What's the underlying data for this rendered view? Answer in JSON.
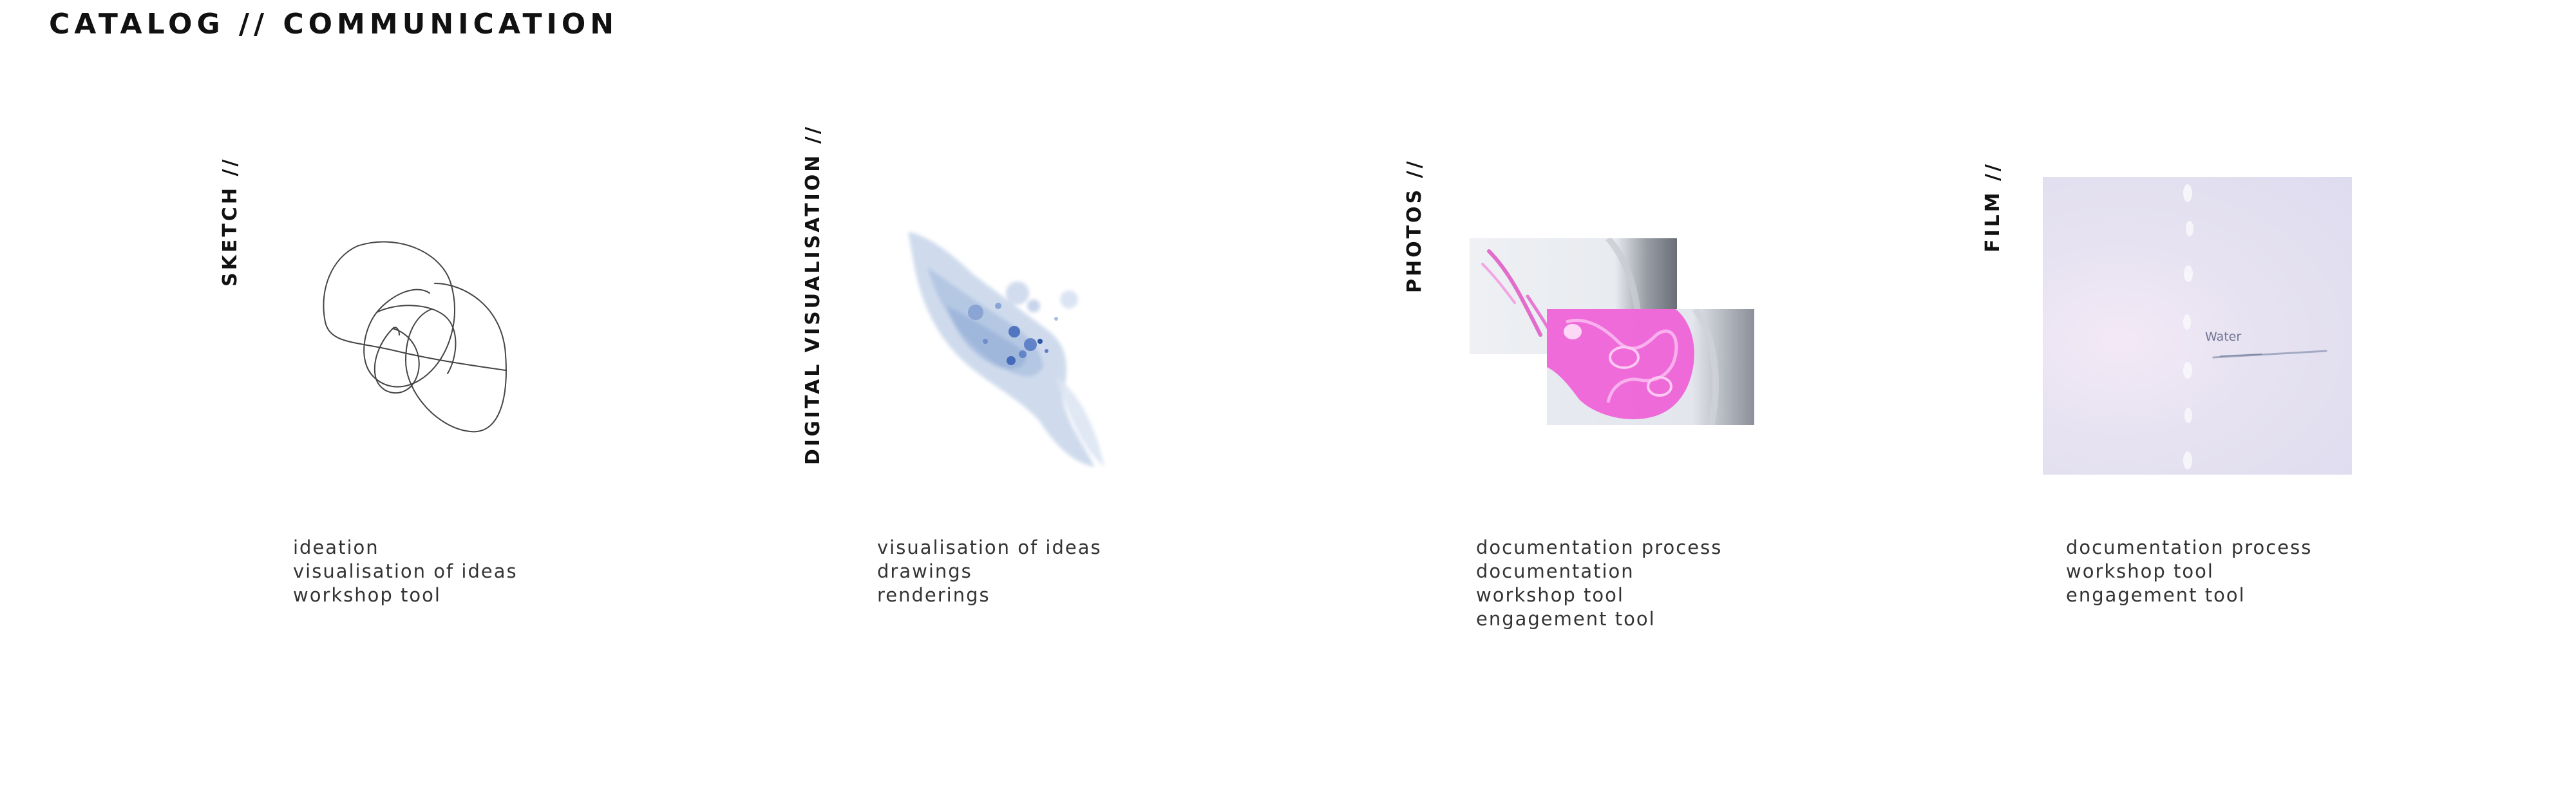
{
  "page": {
    "title": "CATALOG // COMMUNICATION"
  },
  "columns": [
    {
      "heading": "SKETCH //",
      "items": [
        "ideation",
        "visualisation of ideas",
        "workshop tool"
      ]
    },
    {
      "heading": "DIGITAL VISUALISATION //",
      "items": [
        "visualisation of ideas",
        "drawings",
        "renderings"
      ]
    },
    {
      "heading": "PHOTOS //",
      "items": [
        "documentation process",
        "documentation",
        "workshop tool",
        "engagement tool"
      ]
    },
    {
      "heading": "FILM //",
      "items": [
        "documentation process",
        "workshop tool",
        "engagement tool"
      ]
    }
  ],
  "film": {
    "overlay_text": "Water"
  }
}
